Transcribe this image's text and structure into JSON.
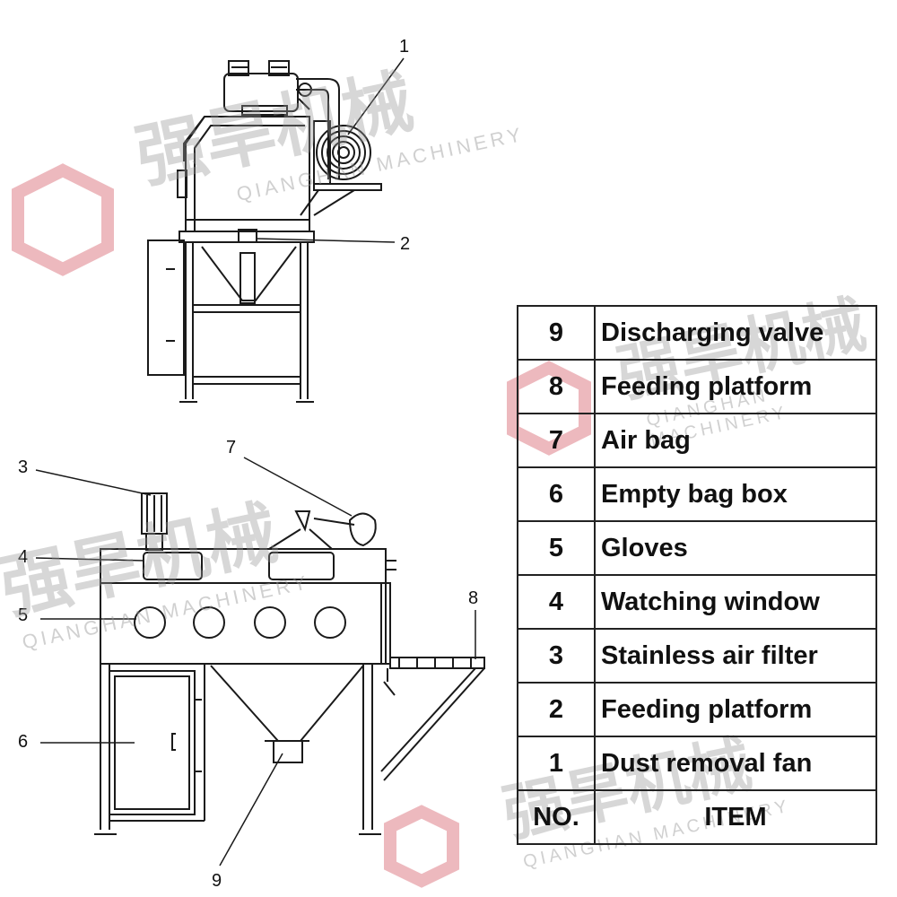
{
  "watermark": {
    "brand_cn": "强旱机械",
    "brand_en": "QIANGHAN MACHINERY",
    "logo_color": "#e8a8ae"
  },
  "callouts": [
    "1",
    "2",
    "3",
    "4",
    "5",
    "6",
    "7",
    "8",
    "9"
  ],
  "legend": {
    "header": {
      "no": "NO.",
      "item": "ITEM"
    },
    "rows": [
      {
        "no": "9",
        "item": "Discharging valve"
      },
      {
        "no": "8",
        "item": "Feeding platform"
      },
      {
        "no": "7",
        "item": "Air bag"
      },
      {
        "no": "6",
        "item": "Empty bag box"
      },
      {
        "no": "5",
        "item": "Gloves"
      },
      {
        "no": "4",
        "item": "Watching window"
      },
      {
        "no": "3",
        "item": "Stainless air filter"
      },
      {
        "no": "2",
        "item": "Feeding platform"
      },
      {
        "no": "1",
        "item": "Dust removal fan"
      }
    ]
  }
}
